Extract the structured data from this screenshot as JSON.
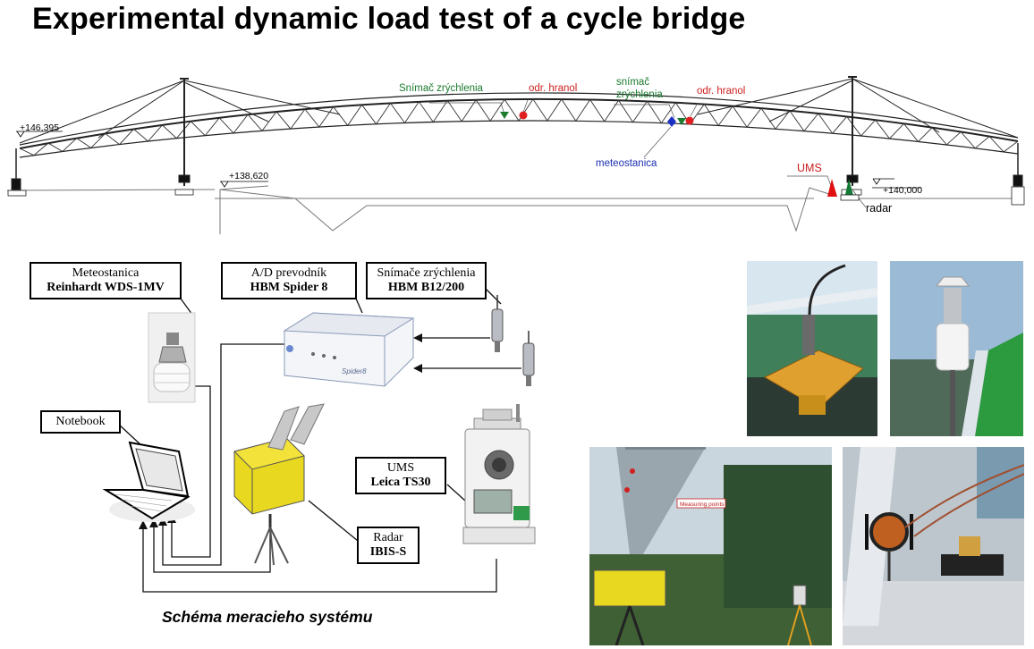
{
  "title": "Experimental dynamic load test of a cycle bridge",
  "elevation": {
    "left_support": "+146,395",
    "mid": "+138,620",
    "right": "+140,000"
  },
  "bridge_labels": {
    "sensor1": "Snímač zrýchlenia",
    "prism1": "odr. hranol",
    "sensor2_line1": "snímač",
    "sensor2_line2": "zrýchlenia",
    "prism2": "odr. hranol",
    "weather_station": "meteostanica",
    "ums": "UMS",
    "radar": "radar"
  },
  "schema_boxes": {
    "meteo": {
      "line1": "Meteostanica",
      "line2": "Reinhardt WDS-1MV"
    },
    "ad": {
      "line1": "A/D prevodník",
      "line2": "HBM Spider 8"
    },
    "accel": {
      "line1": "Snímače zrýchlenia",
      "line2": "HBM B12/200"
    },
    "notebook": {
      "line1": "Notebook"
    },
    "ums": {
      "line1": "UMS",
      "line2": "Leica TS30"
    },
    "radar": {
      "line1": "Radar",
      "line2": "IBIS-S"
    }
  },
  "device_text": {
    "spider_label": "Spider8"
  },
  "photo_text": {
    "measuring_points": "Measuring points"
  },
  "caption": "Schéma meracieho systému",
  "colors": {
    "green_marker": "#1a7a2e",
    "red_marker": "#e02020",
    "blue_marker": "#1c2fc4",
    "ums_red": "#e01010",
    "radar_green": "#147a35",
    "label_green": "#1a7a2e",
    "label_red": "#cc1f1f",
    "label_blue": "#1a2fb0"
  }
}
